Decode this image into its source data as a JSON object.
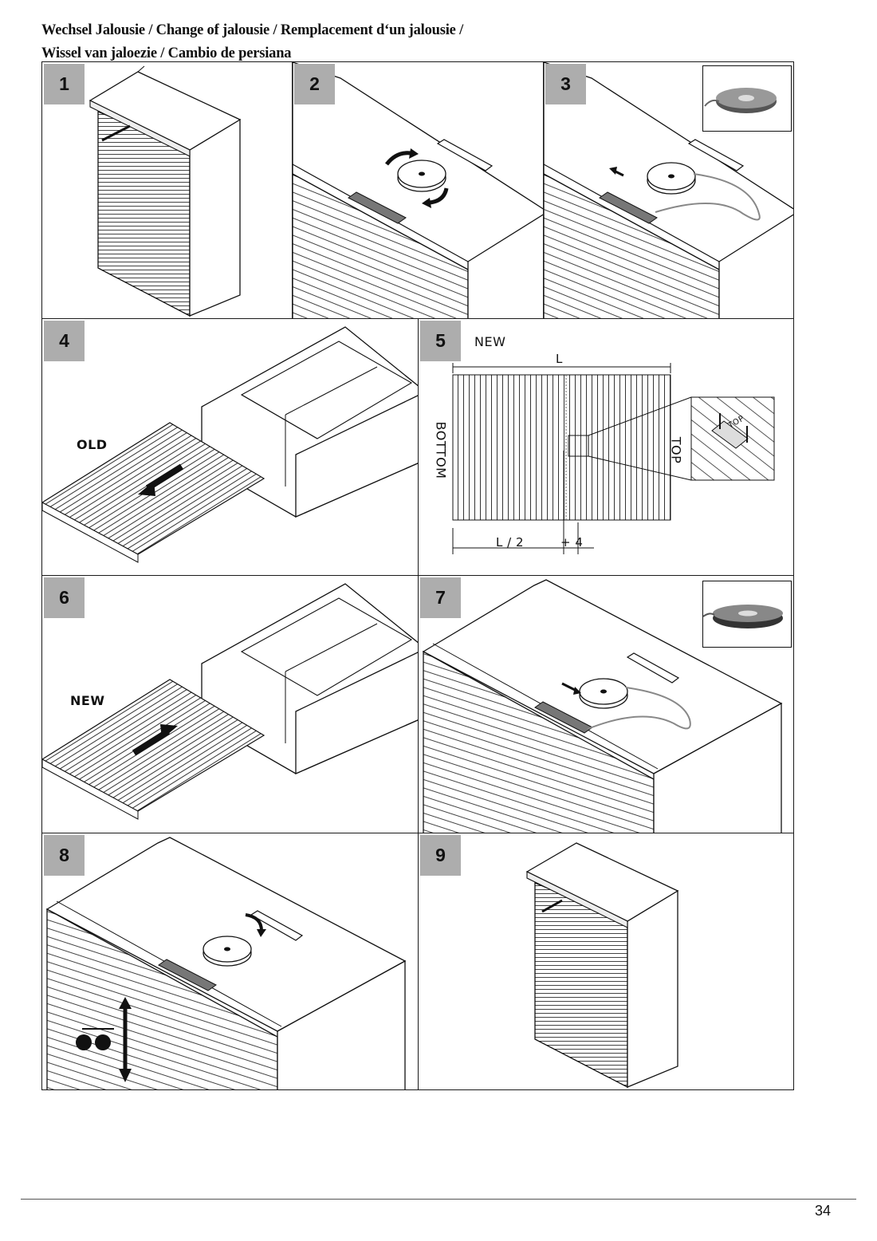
{
  "title": {
    "line1": "Wechsel Jalousie / Change of jalousie / Remplacement d‘un jalousie /",
    "line2": "Wissel van jaloezie / Cambio de persiana"
  },
  "steps": [
    {
      "number": "1"
    },
    {
      "number": "2"
    },
    {
      "number": "3"
    },
    {
      "number": "4",
      "label": "OLD"
    },
    {
      "number": "5",
      "label": "NEW",
      "dim_length": "L",
      "dim_half": "L / 2",
      "dim_offset": "+ 4",
      "side_left": "BOTTOM",
      "side_right": "TOP",
      "detail_label": "TOP"
    },
    {
      "number": "6",
      "label": "NEW"
    },
    {
      "number": "7"
    },
    {
      "number": "8"
    },
    {
      "number": "9"
    }
  ],
  "page_number": "34"
}
